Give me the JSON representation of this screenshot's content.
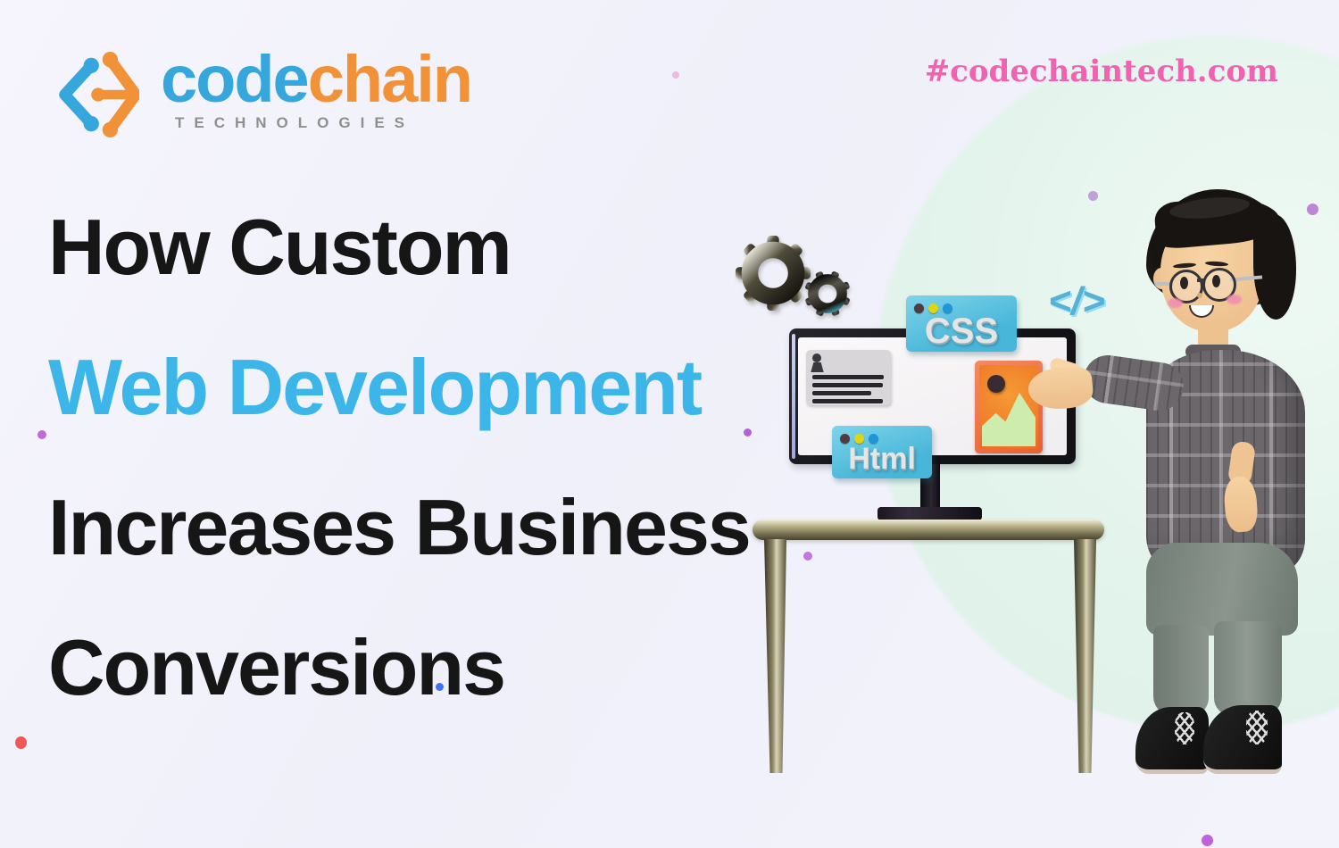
{
  "brand": {
    "name_part1": "code",
    "name_part2": "chain",
    "tagline": "TECHNOLOGIES"
  },
  "header": {
    "website_tag": "#codechaintech.com"
  },
  "headline": {
    "lines": [
      {
        "text": "How Custom",
        "color": "#161616"
      },
      {
        "text": "Web Development",
        "color": "#3cb5e8"
      },
      {
        "text": "Increases Business",
        "color": "#161616"
      },
      {
        "text": "Conversions",
        "color": "#161616"
      }
    ]
  },
  "illustration": {
    "css_card": {
      "label": "CSS"
    },
    "html_card": {
      "label": "Html"
    },
    "code_icon_glyph": "</>"
  },
  "palette": {
    "background": "#f2f2fb",
    "mint_blob": "#e3f4ec",
    "logo_blue": "#36a7dc",
    "logo_orange": "#f19138",
    "tagline_gray": "#8f8f8f",
    "hashtag_pink": "#f162b0",
    "headline_blue": "#3cb5e8",
    "headline_dark": "#161616",
    "tag_card_blue": "#56c2e1",
    "table_bronze": "#8f8a68",
    "image_card_orange": "#ec6c22"
  }
}
